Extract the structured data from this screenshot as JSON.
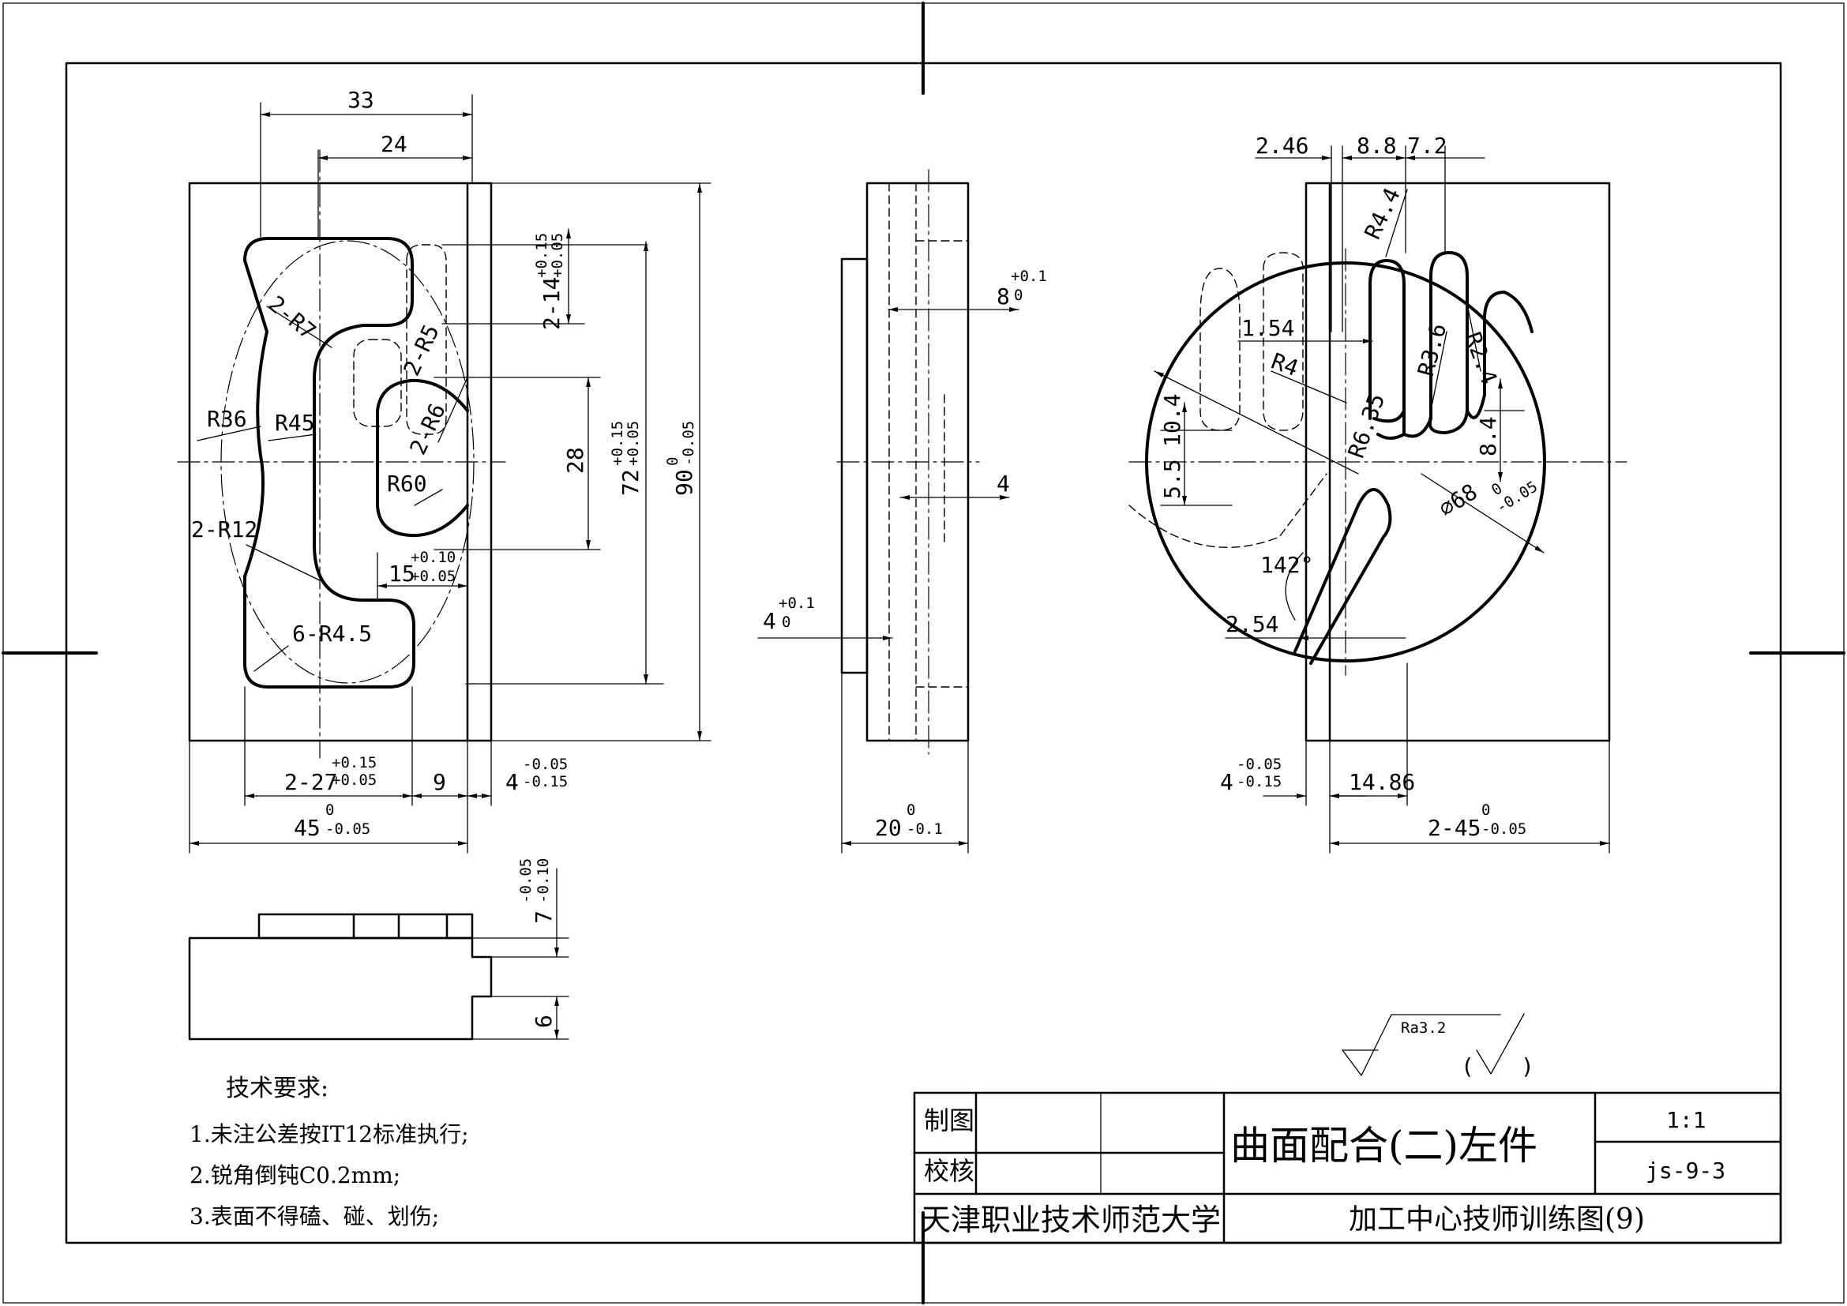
{
  "front_view": {
    "dims": {
      "w33": "33",
      "w24": "24",
      "slot_w": "2-14",
      "slot_tol_up": "+0.15",
      "slot_tol_low": "+0.05",
      "r7": "2-R7",
      "r5": "2-R5",
      "r6": "2-R6",
      "r36": "R36",
      "r45": "R45",
      "r60": "R60",
      "r12": "2-R12",
      "r45b": "6-R4.5",
      "h28": "28",
      "h72": "72",
      "h72_up": "+0.15",
      "h72_low": "+0.05",
      "h90": "90",
      "h90_up": "0",
      "h90_low": "-0.05",
      "w15": "15",
      "w15_up": "+0.10",
      "w15_low": "+0.05",
      "w27": "2-27",
      "w27_up": "+0.15",
      "w27_low": "+0.05",
      "w9": "9",
      "w4": "4",
      "w4_up": "-0.05",
      "w4_low": "-0.15",
      "w45": "45",
      "w45_up": "0",
      "w45_low": "-0.05"
    }
  },
  "side_view": {
    "dims": {
      "d8": "8",
      "d8_up": "+0.1",
      "d8_low": "0",
      "d4": "4",
      "d4b": "4",
      "d4b_up": "+0.1",
      "d4b_low": "0",
      "d20": "20",
      "d20_up": "0",
      "d20_low": "-0.1"
    }
  },
  "right_view": {
    "dims": {
      "d246": "2.46",
      "d88": "8.8",
      "d72": "7.2",
      "r44": "R4.4",
      "d154": "1.54",
      "r4": "R4",
      "r36": "R3.6",
      "r24": "R2.4",
      "r635": "R6.35",
      "d55": "5.5",
      "d104": "10.4",
      "d84": "8.4",
      "dia": "⌀68",
      "dia_up": "0",
      "dia_low": "-0.05",
      "ang": "142°",
      "d254": "2.54",
      "d4": "4",
      "d4_up": "-0.05",
      "d4_low": "-0.15",
      "d1486": "14.86",
      "d245": "2-45",
      "d245_up": "0",
      "d245_low": "-0.05"
    }
  },
  "bottom_view": {
    "dims": {
      "d7": "7",
      "d7_up": "-0.05",
      "d7_low": "-0.10",
      "d6": "6"
    }
  },
  "roughness": {
    "label": "Ra3.2",
    "paren_open": "(",
    "paren_close": ")"
  },
  "notes": {
    "title": "技术要求:",
    "items": [
      "1.未注公差按IT12标准执行;",
      "2.锐角倒钝C0.2mm;",
      "3.表面不得磕、碰、划伤;"
    ]
  },
  "title_block": {
    "drawn_label": "制图",
    "checked_label": "校核",
    "part_name": "曲面配合(二)左件",
    "scale": "1:1",
    "drawing_no": "js-9-3",
    "school": "天津职业技术师范大学",
    "series": "加工中心技师训练图(9)"
  }
}
